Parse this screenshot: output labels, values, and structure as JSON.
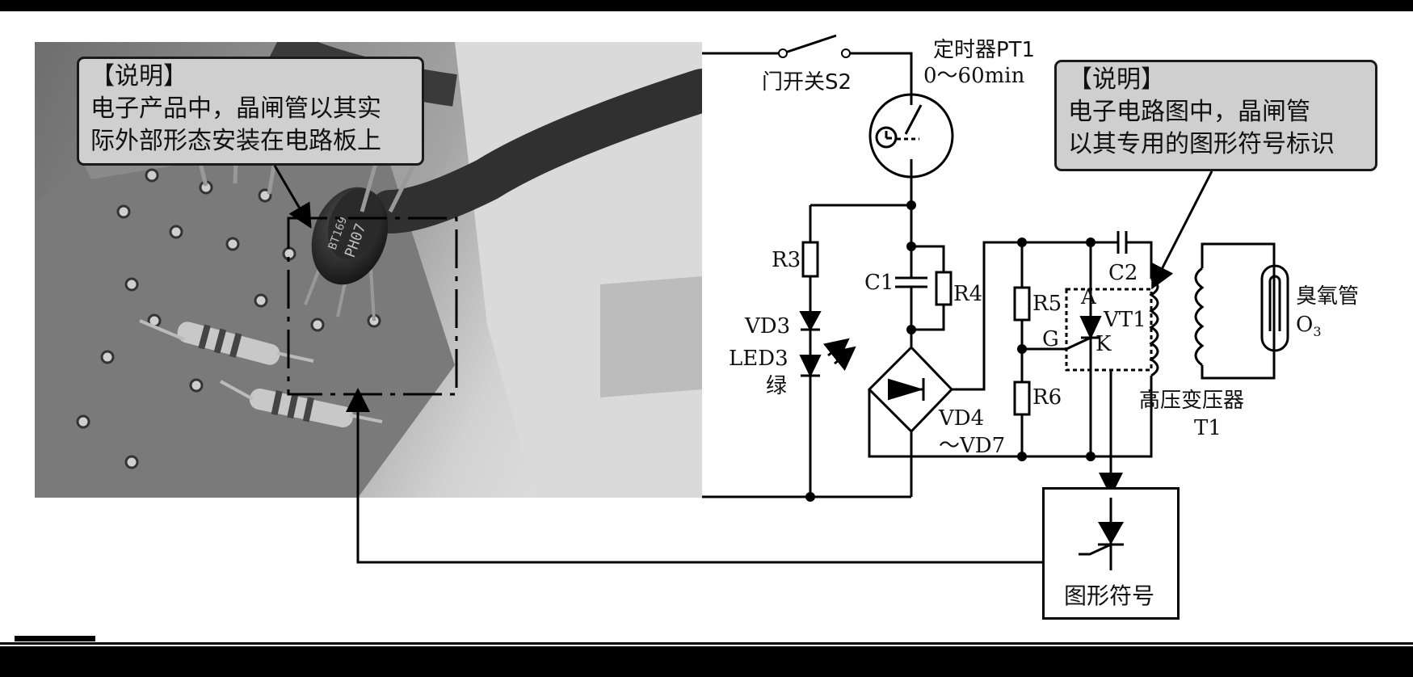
{
  "note_photo": {
    "title": "【说明】",
    "line1": "电子产品中，晶闸管以其实",
    "line2": "际外部形态安装在电路板上"
  },
  "note_schematic": {
    "title": "【说明】",
    "line1": "电子电路图中，晶闸管",
    "line2": "以其专用的图形符号标识"
  },
  "labels": {
    "door_switch": "门开关S2",
    "timer": "定时器PT1",
    "timer_range": "0～60min",
    "r3": "R3",
    "vd3": "VD3",
    "led3": "LED3",
    "led3_color": "绿",
    "c1": "C1",
    "r4": "R4",
    "r5": "R5",
    "r6": "R6",
    "c2": "C2",
    "anode": "A",
    "vt1": "VT1",
    "gate": "G",
    "cathode": "K",
    "vd4": "VD4",
    "vd7": "～VD7",
    "transformer": "高压变压器",
    "t1": "T1",
    "ozone": "臭氧管",
    "o3": "O",
    "o3_sub": "3",
    "symbol_caption": "图形符号"
  },
  "component_markings": {
    "scr_line1": "BT169",
    "scr_line2": "PH07"
  }
}
